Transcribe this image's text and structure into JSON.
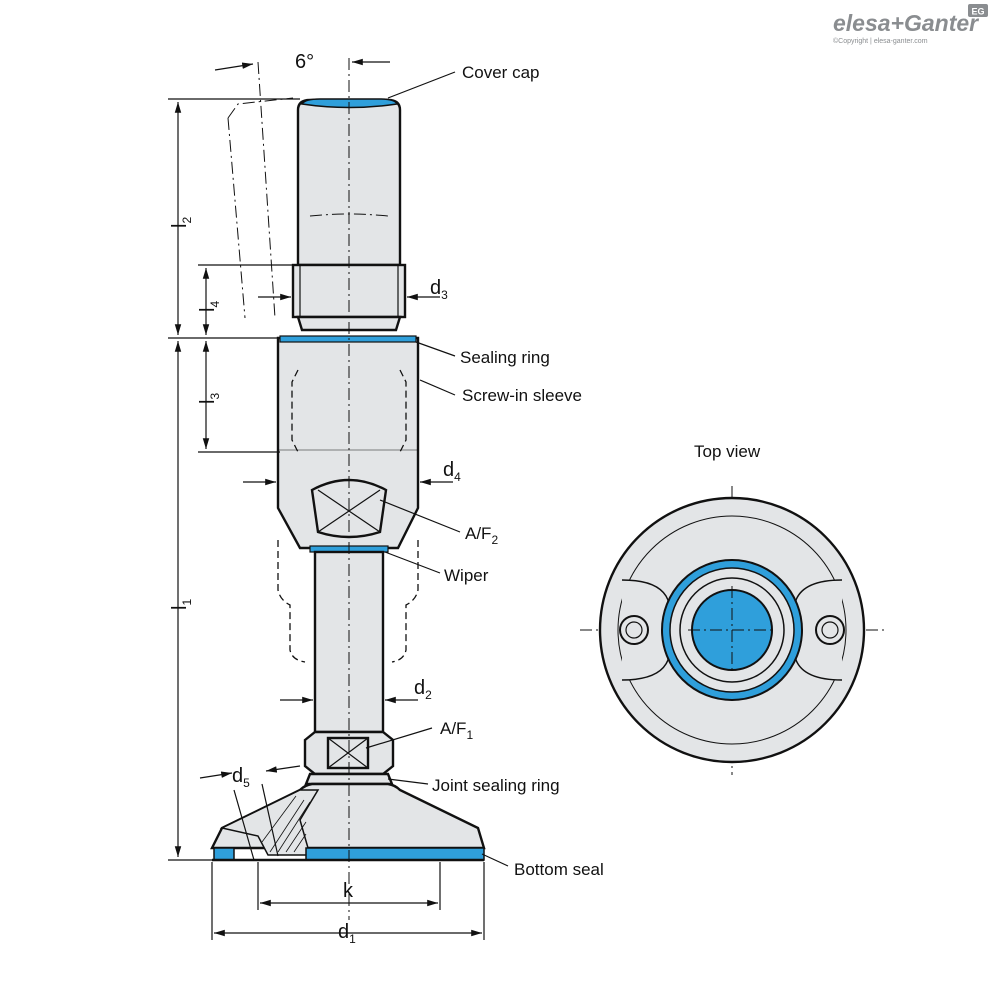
{
  "brand": {
    "logo_text": "elesa+Ganter",
    "badge": "EG",
    "copyright": "©Copyright | elesa-ganter.com"
  },
  "colors": {
    "seal_blue": "#2f9fdb",
    "body_gray": "#e3e5e7",
    "outline": "#111111"
  },
  "labels": {
    "angle": "6°",
    "cover_cap": "Cover cap",
    "sealing_ring": "Sealing ring",
    "screw_in_sleeve": "Screw-in sleeve",
    "af2": "A/F",
    "af2_sub": "2",
    "wiper": "Wiper",
    "af1": "A/F",
    "af1_sub": "1",
    "joint_sealing_ring": "Joint sealing ring",
    "bottom_seal": "Bottom seal",
    "top_view": "Top view"
  },
  "dimensions": {
    "l1": "l",
    "l1_sub": "1",
    "l2": "l",
    "l2_sub": "2",
    "l3": "l",
    "l3_sub": "3",
    "l4": "l",
    "l4_sub": "4",
    "d1": "d",
    "d1_sub": "1",
    "d2": "d",
    "d2_sub": "2",
    "d3": "d",
    "d3_sub": "3",
    "d4": "d",
    "d4_sub": "4",
    "d5": "d",
    "d5_sub": "5",
    "k": "k"
  }
}
